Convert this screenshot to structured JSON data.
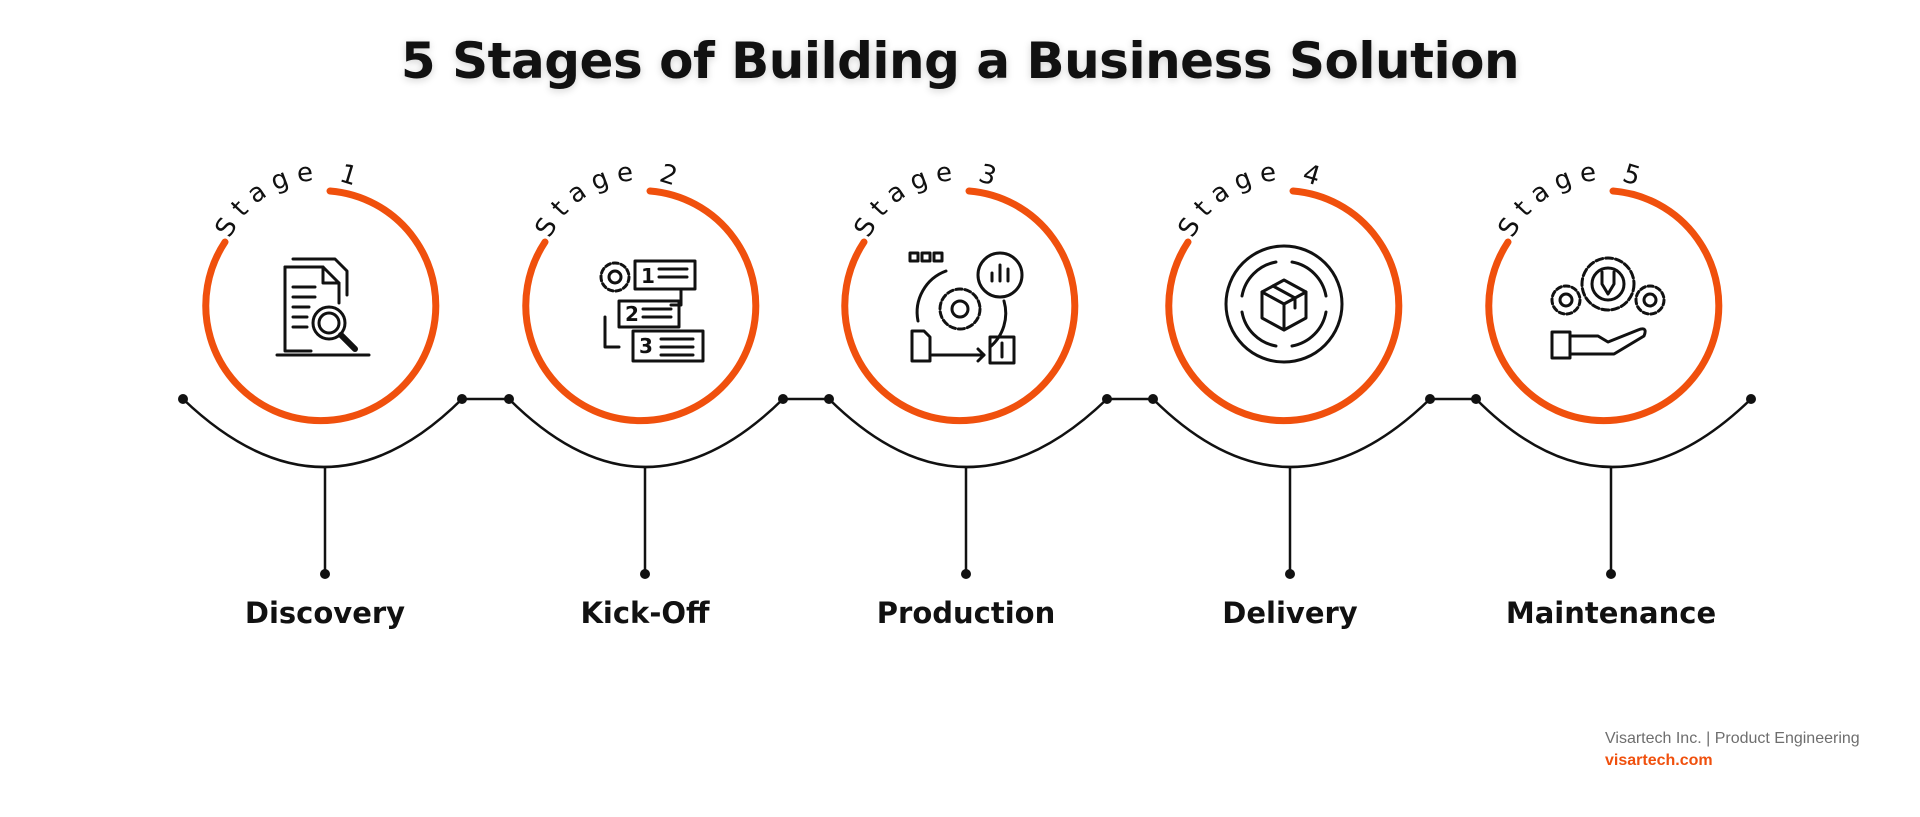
{
  "title": "5 Stages of Building a Business Solution",
  "accent_color": "#f0500d",
  "line_color": "#111111",
  "stages": [
    {
      "tag": "Stage 1",
      "label": "Discovery",
      "icon": "document-search-icon"
    },
    {
      "tag": "Stage 2",
      "label": "Kick-Off",
      "icon": "workflow-steps-icon"
    },
    {
      "tag": "Stage 3",
      "label": "Production",
      "icon": "production-cycle-gear-icon"
    },
    {
      "tag": "Stage 4",
      "label": "Delivery",
      "icon": "package-cycle-icon"
    },
    {
      "tag": "Stage 5",
      "label": "Maintenance",
      "icon": "gears-hand-service-icon"
    }
  ],
  "footer": {
    "company": "Visartech Inc. | Product Engineering",
    "url": "visartech.com"
  }
}
